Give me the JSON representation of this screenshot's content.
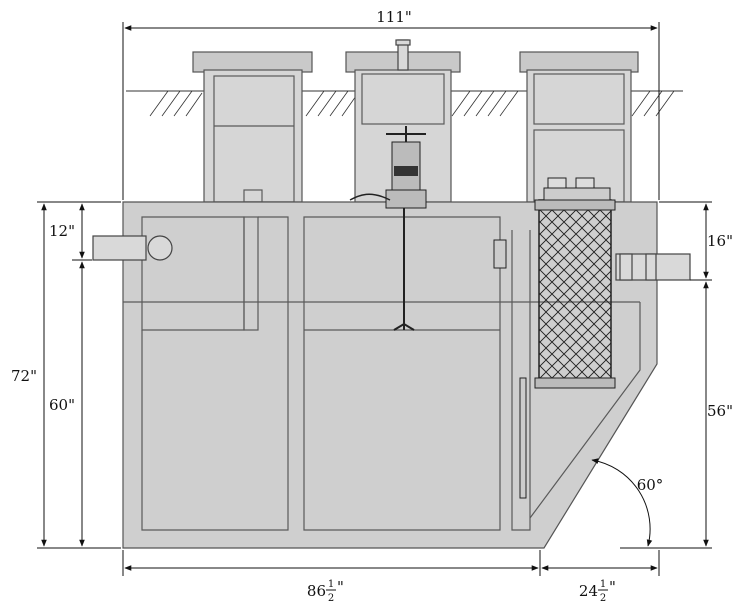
{
  "dimensions": {
    "overall_length": "111\"",
    "total_height": "72\"",
    "inlet_depth": "12\"",
    "inlet_invert_height": "60\"",
    "outlet_depth": "16\"",
    "outlet_invert_height": "56\"",
    "main_length_whole": "86",
    "main_length_frac_num": "1",
    "main_length_frac_den": "2",
    "sloped_length_whole": "24",
    "sloped_length_frac_num": "1",
    "sloped_length_frac_den": "2",
    "inch_mark": "\"",
    "slope_angle": "60°"
  }
}
